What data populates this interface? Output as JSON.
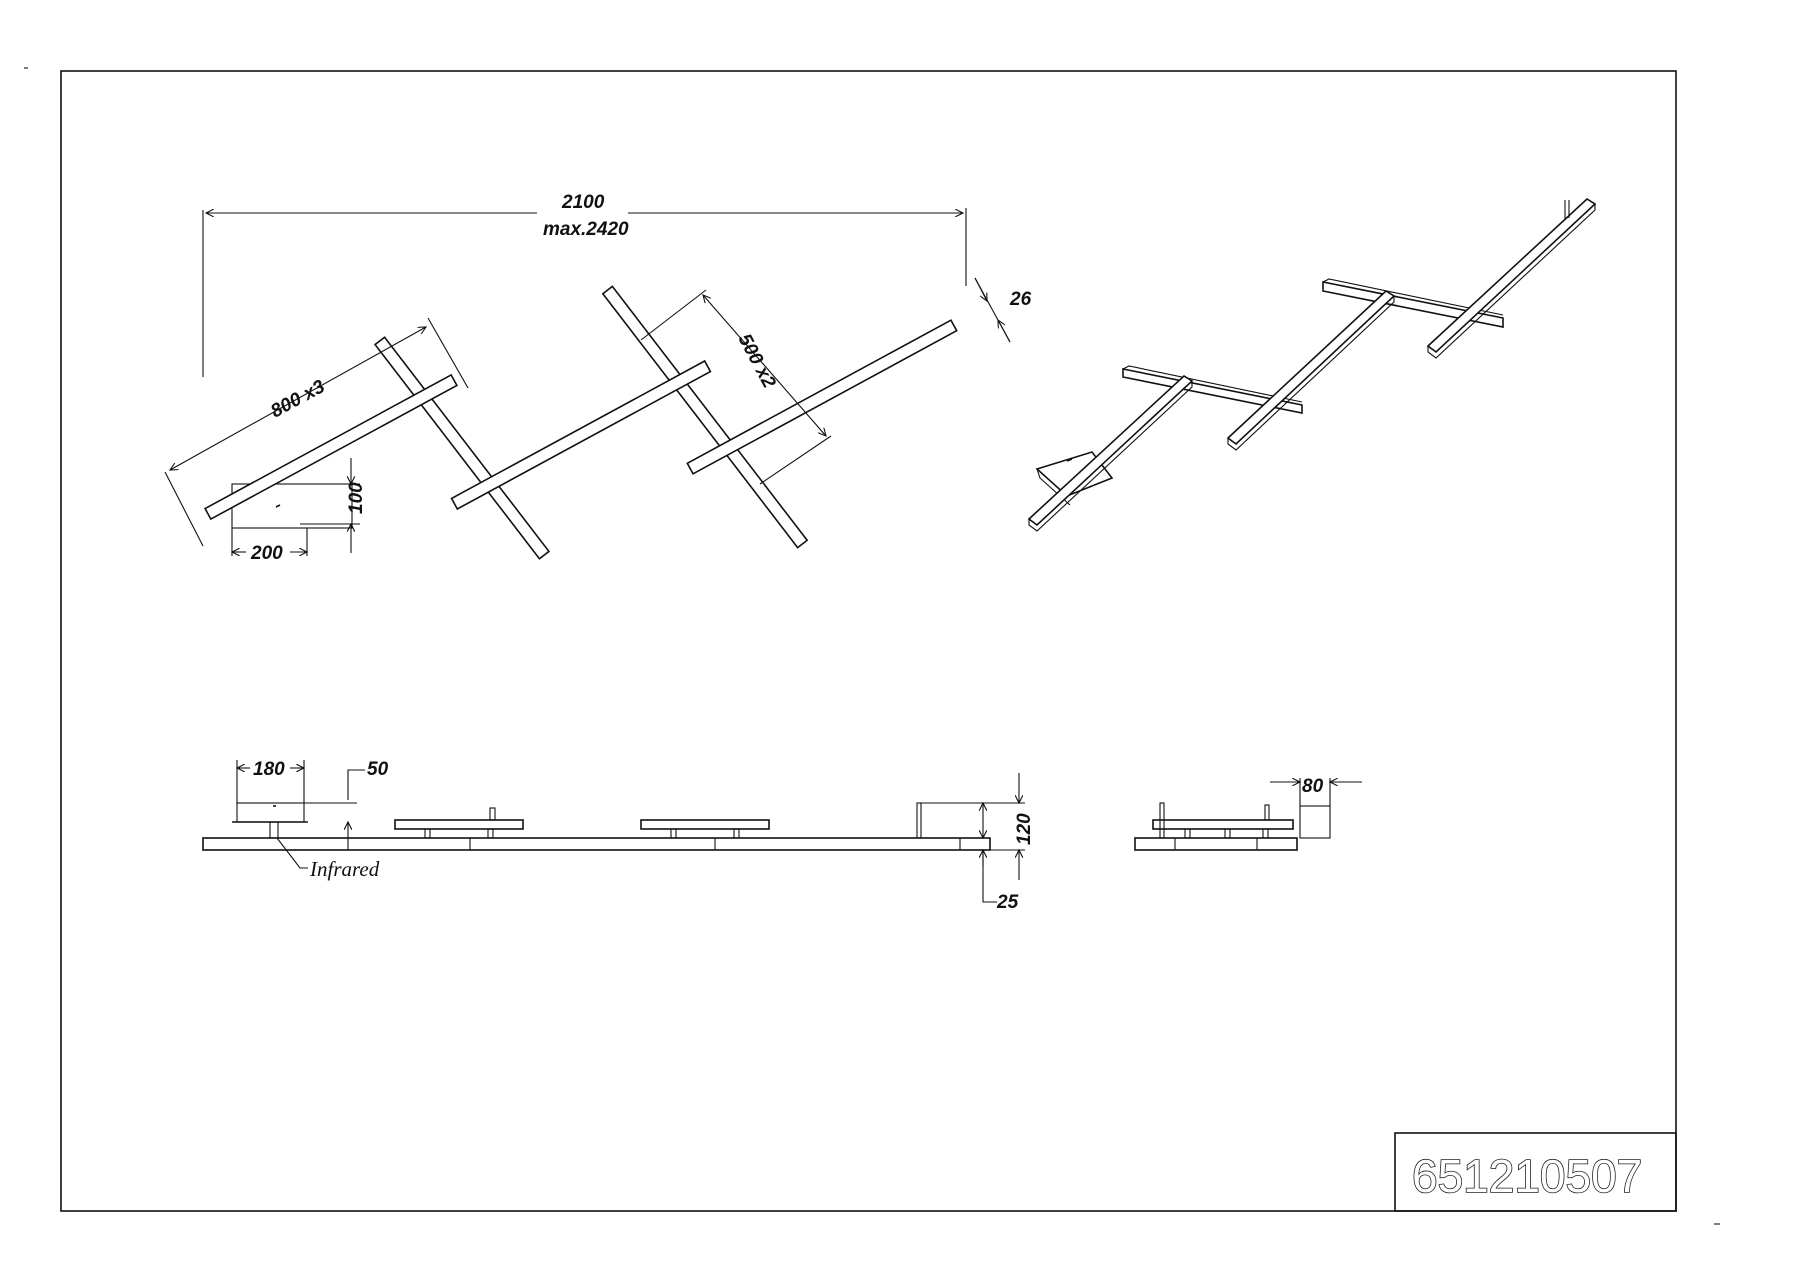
{
  "drawing": {
    "dimensions": {
      "total_width": "2100",
      "max_width": "max.2420",
      "bar_length": "800 x3",
      "cross_length": "500 x2",
      "bar_thickness": "26",
      "base_height": "100",
      "base_width": "200",
      "sensor_width": "180",
      "sensor_height": "50",
      "total_height": "120",
      "bar_height": "25",
      "side_depth": "80"
    },
    "labels": {
      "sensor": "Infrared"
    },
    "part_number": "651210507",
    "colors": {
      "line": "#111111",
      "background": "#ffffff"
    }
  }
}
